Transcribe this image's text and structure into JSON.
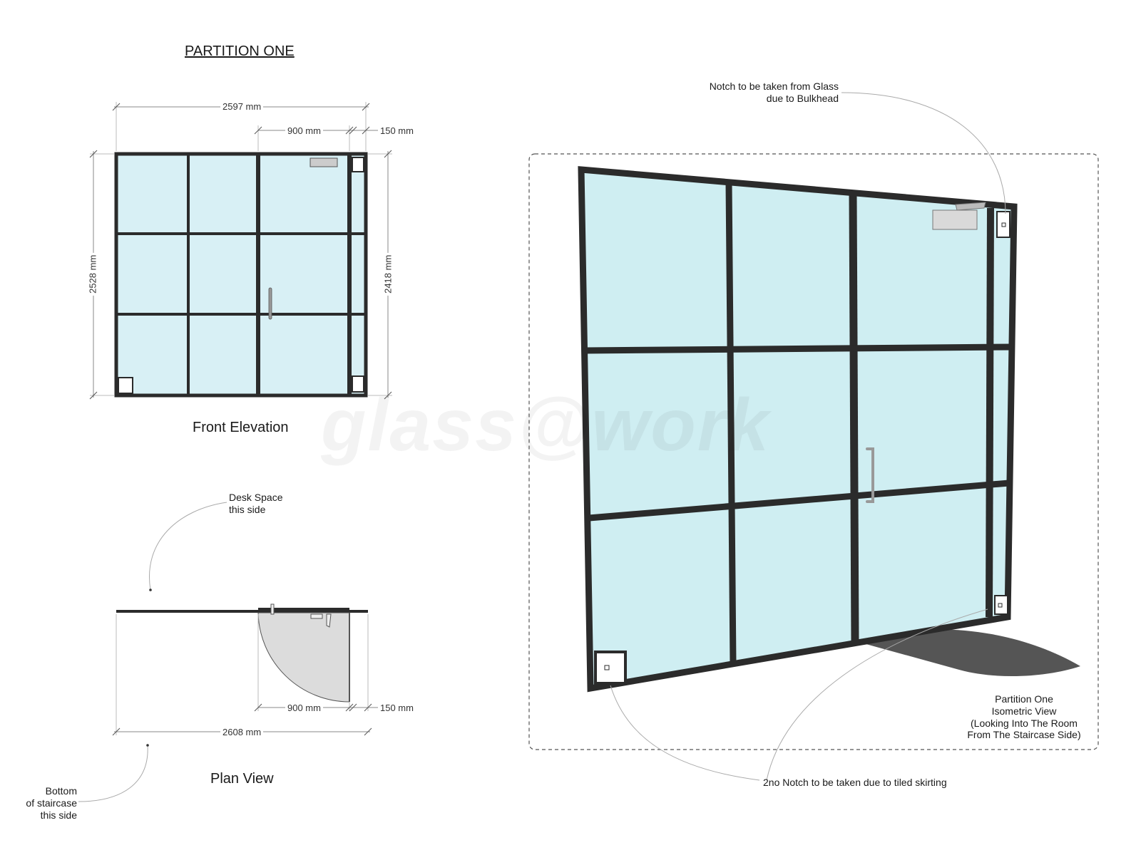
{
  "title": "PARTITION ONE",
  "front_elevation": {
    "label": "Front Elevation",
    "dims": {
      "overall_width": "2597 mm",
      "door_width": "900 mm",
      "side_panel_width": "150 mm",
      "overall_height": "2528 mm",
      "side_height": "2418 mm"
    }
  },
  "plan_view": {
    "label": "Plan View",
    "dims": {
      "door_width": "900 mm",
      "side_panel_width": "150 mm",
      "overall_width": "2608 mm"
    },
    "notes": {
      "desk_space": "Desk Space\nthis side",
      "staircase": "Bottom\nof staircase\nthis side"
    }
  },
  "isometric": {
    "label": "Partition One\nIsometric View\n(Looking Into The Room\nFrom The Staircase Side)",
    "notes": {
      "bulkhead": "Notch to be taken from Glass\ndue to Bulkhead",
      "skirting": "2no Notch to be taken due to tiled skirting"
    }
  },
  "watermark": "glass@work",
  "colors": {
    "frame": "#2b2b2b",
    "glass": "#d8f0f5",
    "glass_iso": "#cfeef2",
    "shadow": "#555555",
    "door_swing": "#dcdcdc",
    "line": "#888888"
  }
}
